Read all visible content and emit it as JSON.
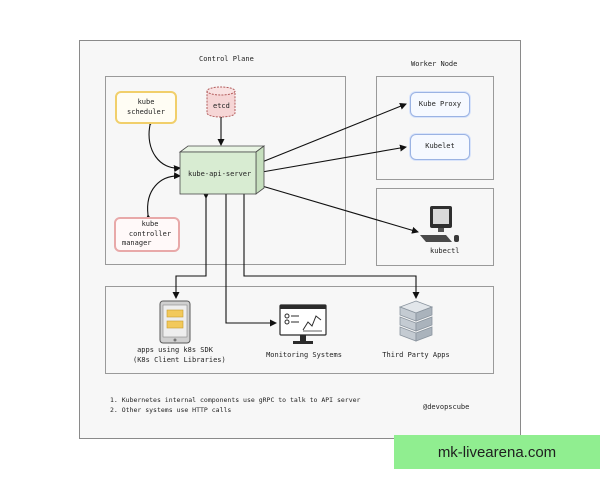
{
  "sections": {
    "control_plane": "Control Plane",
    "worker_node": "Worker Node"
  },
  "components": {
    "kube_scheduler": "kube scheduler",
    "etcd": "etcd",
    "kube_api_server": "kube-api-server",
    "kube_controller_manager_line1": "kube controller",
    "kube_controller_manager_line2": "manager",
    "kube_proxy": "Kube Proxy",
    "kubelet": "Kubelet",
    "kubectl": "kubectl"
  },
  "clients": {
    "sdk_line1": "apps using k8s SDK",
    "sdk_line2": "(K8s Client Libraries)",
    "monitoring": "Monitoring Systems",
    "third_party": "Third Party Apps"
  },
  "notes": [
    "1. Kubernetes internal components use gRPC to talk to API server",
    "2. Other systems use HTTP calls"
  ],
  "credit": "@devopscube",
  "watermark": "mk-livearena.com",
  "colors": {
    "scheduler_border": "#f1cf6b",
    "controller_border": "#e8a9a9",
    "api_server_fill": "#d8ecd2",
    "worker_border": "#9bb3e3",
    "etcd_fill": "#f6d6d6",
    "watermark_bg": "#90ee90"
  },
  "icons": [
    "database-icon",
    "server-cube-icon",
    "computer-icon",
    "tablet-icon",
    "dashboard-monitor-icon",
    "server-stack-icon"
  ]
}
